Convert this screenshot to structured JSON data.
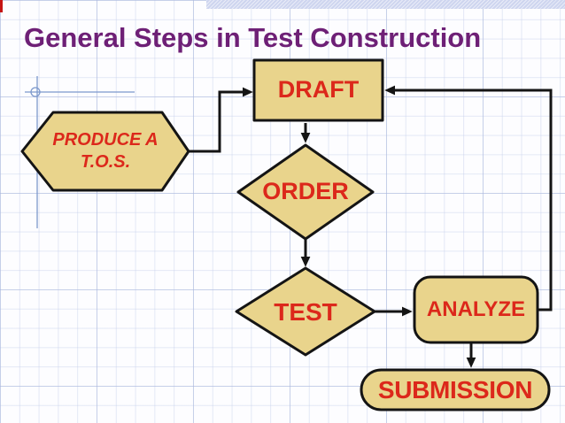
{
  "title": "General Steps in Test Construction",
  "colors": {
    "title_purple": "#6e2076",
    "label_red": "#dc281b",
    "shape_fill": "#e9d48c",
    "shape_border": "#141414",
    "guide_blue": "#7d99cc",
    "top_band": "#ced5ef",
    "red_mark": "#c51414"
  },
  "flowchart": {
    "nodes": [
      {
        "id": "produce-tos",
        "shape": "hexagon",
        "label_line1": "PRODUCE A",
        "label_line2": "T.O.S."
      },
      {
        "id": "draft",
        "shape": "rectangle",
        "label": "DRAFT"
      },
      {
        "id": "order",
        "shape": "diamond",
        "label": "ORDER"
      },
      {
        "id": "test",
        "shape": "diamond",
        "label": "TEST"
      },
      {
        "id": "analyze",
        "shape": "rounded-rectangle",
        "label": "ANALYZE"
      },
      {
        "id": "submission",
        "shape": "stadium",
        "label": "SUBMISSION"
      }
    ],
    "edges": [
      {
        "from": "produce-tos",
        "to": "draft",
        "type": "elbow"
      },
      {
        "from": "draft",
        "to": "order",
        "type": "straight"
      },
      {
        "from": "order",
        "to": "test",
        "type": "straight"
      },
      {
        "from": "test",
        "to": "analyze",
        "type": "straight"
      },
      {
        "from": "analyze",
        "to": "submission",
        "type": "straight"
      },
      {
        "from": "analyze",
        "to": "draft",
        "type": "feedback-elbow"
      }
    ]
  }
}
